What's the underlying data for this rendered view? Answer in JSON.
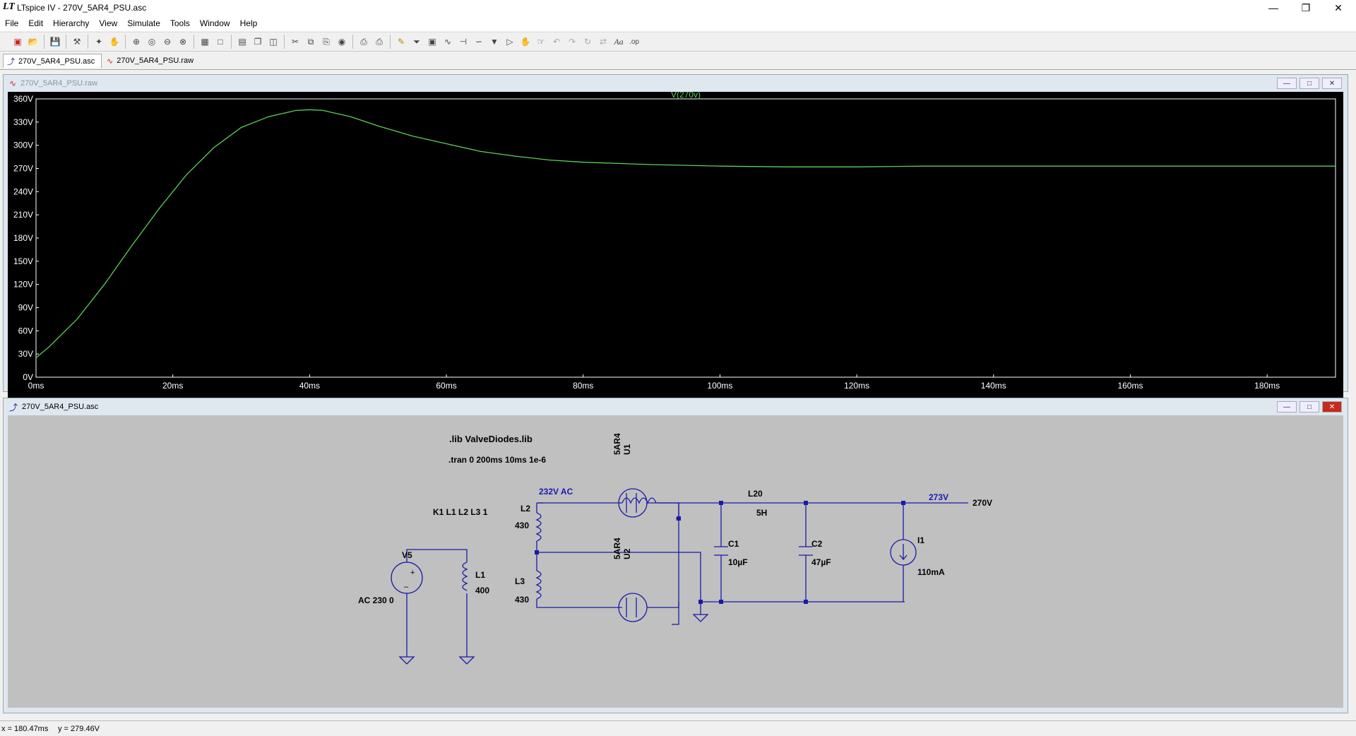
{
  "window": {
    "title": "LTspice IV - 270V_5AR4_PSU.asc",
    "app_icon": "LT"
  },
  "menu": [
    "File",
    "Edit",
    "Hierarchy",
    "View",
    "Simulate",
    "Tools",
    "Window",
    "Help"
  ],
  "tabs": [
    {
      "label": "270V_5AR4_PSU.asc",
      "icon": "schematic-icon",
      "active": true
    },
    {
      "label": "270V_5AR4_PSU.raw",
      "icon": "waveform-icon",
      "active": false
    }
  ],
  "plot_window": {
    "title": "270V_5AR4_PSU.raw"
  },
  "schematic_window": {
    "title": "270V_5AR4_PSU.asc"
  },
  "chart_data": {
    "type": "line",
    "title": "",
    "xlabel": "",
    "ylabel": "",
    "xlim": [
      0,
      190
    ],
    "ylim": [
      0,
      360
    ],
    "x_ticks": [
      0,
      20,
      40,
      60,
      80,
      100,
      120,
      140,
      160,
      180
    ],
    "x_tick_labels": [
      "0ms",
      "20ms",
      "40ms",
      "60ms",
      "80ms",
      "100ms",
      "120ms",
      "140ms",
      "160ms",
      "180ms"
    ],
    "y_ticks": [
      0,
      30,
      60,
      90,
      120,
      150,
      180,
      210,
      240,
      270,
      300,
      330,
      360
    ],
    "y_tick_labels": [
      "0V",
      "30V",
      "60V",
      "90V",
      "120V",
      "150V",
      "180V",
      "210V",
      "240V",
      "270V",
      "300V",
      "330V",
      "360V"
    ],
    "grid": false,
    "series": [
      {
        "name": "V(270v)",
        "color": "#59d159",
        "x": [
          0,
          2,
          6,
          10,
          14,
          18,
          22,
          26,
          30,
          34,
          38,
          40,
          42,
          46,
          50,
          55,
          60,
          65,
          70,
          75,
          80,
          90,
          100,
          110,
          120,
          130,
          140,
          150,
          160,
          170,
          180,
          190
        ],
        "y": [
          25,
          40,
          75,
          120,
          170,
          218,
          262,
          297,
          323,
          337,
          345,
          346,
          345,
          337,
          325,
          312,
          302,
          292,
          286,
          281,
          278,
          275,
          273,
          272,
          272,
          273,
          273,
          273,
          273,
          273,
          273,
          273
        ]
      }
    ]
  },
  "schematic": {
    "directives": [
      ".lib ValveDiodes.lib",
      ".tran 0 200ms 10ms 1e-6"
    ],
    "coupling": "K1 L1 L2 L3 1",
    "net_labels": {
      "ac": "232V AC",
      "dc": "273V",
      "out": "270V"
    },
    "components": {
      "u1_name": "U1",
      "u1_value": "5AR4",
      "u2_name": "U2",
      "u2_value": "5AR4",
      "l2_name": "L2",
      "l2_value": "430",
      "l3_name": "L3",
      "l3_value": "430",
      "l1_name": "L1",
      "l1_value": "400",
      "v5_name": "V5",
      "v5_value": "AC 230 0",
      "l20_name": "L20",
      "l20_value": "5H",
      "c1_name": "C1",
      "c1_value": "10µF",
      "c2_name": "C2",
      "c2_value": "47µF",
      "i1_name": "I1",
      "i1_value": "110mA"
    },
    "colors": {
      "wire": "#1a1aa8",
      "net_label": "#1a1ab4",
      "background": "#c0c0c0"
    }
  },
  "status": {
    "x": "x = 180.47ms",
    "y": "y = 279.46V"
  }
}
